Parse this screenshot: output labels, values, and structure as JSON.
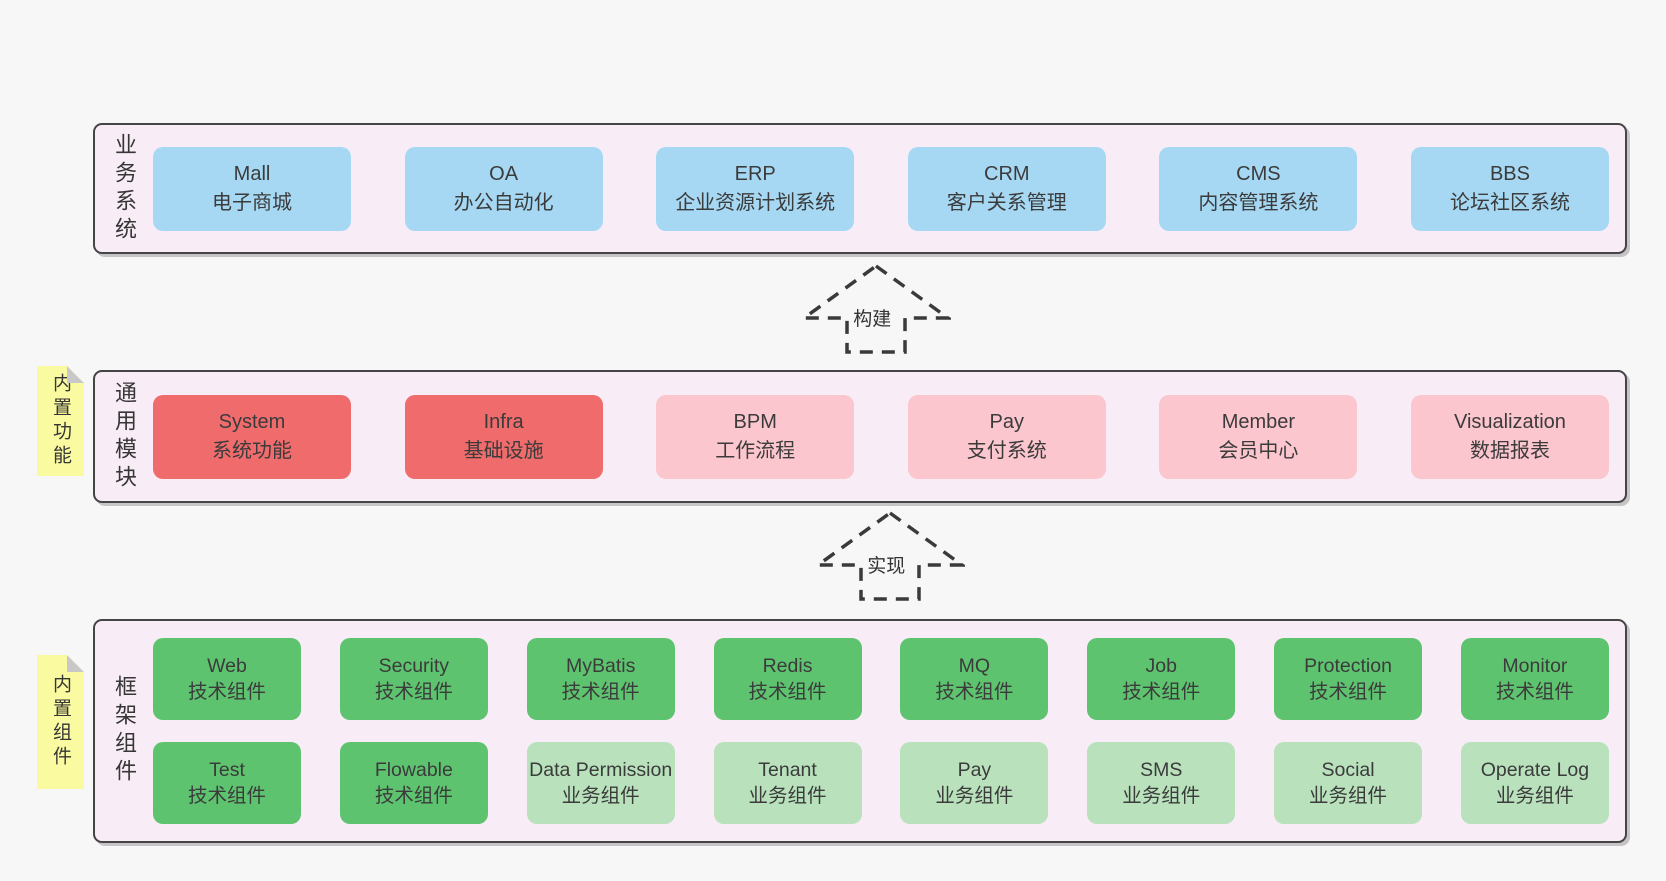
{
  "colors": {
    "canvas_bg": "#f7f7f7",
    "band_bg": "#f8edf6",
    "band_border": "#454545",
    "blue": "#a6d8f3",
    "red": "#f06b6b",
    "pink": "#fbc6ce",
    "green": "#5ec36f",
    "light_green": "#b8e1bc",
    "note_yellow": "#fafaa0",
    "note_fold": "#c8c8c8",
    "arrow_stroke": "#3a3a3a",
    "text": "#3b3b3b"
  },
  "bands": [
    {
      "label": "业务系统",
      "rows": [
        [
          {
            "title": "Mall",
            "subtitle": "电子商城",
            "type": "blue"
          },
          {
            "title": "OA",
            "subtitle": "办公自动化",
            "type": "blue"
          },
          {
            "title": "ERP",
            "subtitle": "企业资源计划系统",
            "type": "blue"
          },
          {
            "title": "CRM",
            "subtitle": "客户关系管理",
            "type": "blue"
          },
          {
            "title": "CMS",
            "subtitle": "内容管理系统",
            "type": "blue"
          },
          {
            "title": "BBS",
            "subtitle": "论坛社区系统",
            "type": "blue"
          }
        ]
      ]
    },
    {
      "label": "通用模块",
      "note": "内置功能",
      "rows": [
        [
          {
            "title": "System",
            "subtitle": "系统功能",
            "type": "red"
          },
          {
            "title": "Infra",
            "subtitle": "基础设施",
            "type": "red"
          },
          {
            "title": "BPM",
            "subtitle": "工作流程",
            "type": "pink"
          },
          {
            "title": "Pay",
            "subtitle": "支付系统",
            "type": "pink"
          },
          {
            "title": "Member",
            "subtitle": "会员中心",
            "type": "pink"
          },
          {
            "title": "Visualization",
            "subtitle": "数据报表",
            "type": "pink"
          }
        ]
      ]
    },
    {
      "label": "框架组件",
      "note": "内置组件",
      "rows": [
        [
          {
            "title": "Web",
            "subtitle": "技术组件",
            "type": "green"
          },
          {
            "title": "Security",
            "subtitle": "技术组件",
            "type": "green"
          },
          {
            "title": "MyBatis",
            "subtitle": "技术组件",
            "type": "green"
          },
          {
            "title": "Redis",
            "subtitle": "技术组件",
            "type": "green"
          },
          {
            "title": "MQ",
            "subtitle": "技术组件",
            "type": "green"
          },
          {
            "title": "Job",
            "subtitle": "技术组件",
            "type": "green"
          },
          {
            "title": "Protection",
            "subtitle": "技术组件",
            "type": "green"
          },
          {
            "title": "Monitor",
            "subtitle": "技术组件",
            "type": "green"
          }
        ],
        [
          {
            "title": "Test",
            "subtitle": "技术组件",
            "type": "green"
          },
          {
            "title": "Flowable",
            "subtitle": "技术组件",
            "type": "green"
          },
          {
            "title": "Data Permission",
            "subtitle": "业务组件",
            "type": "light_green"
          },
          {
            "title": "Tenant",
            "subtitle": "业务组件",
            "type": "light_green"
          },
          {
            "title": "Pay",
            "subtitle": "业务组件",
            "type": "light_green"
          },
          {
            "title": "SMS",
            "subtitle": "业务组件",
            "type": "light_green"
          },
          {
            "title": "Social",
            "subtitle": "业务组件",
            "type": "light_green"
          },
          {
            "title": "Operate Log",
            "subtitle": "业务组件",
            "type": "light_green"
          }
        ]
      ]
    }
  ],
  "arrows": [
    {
      "label": "构建"
    },
    {
      "label": "实现"
    }
  ]
}
